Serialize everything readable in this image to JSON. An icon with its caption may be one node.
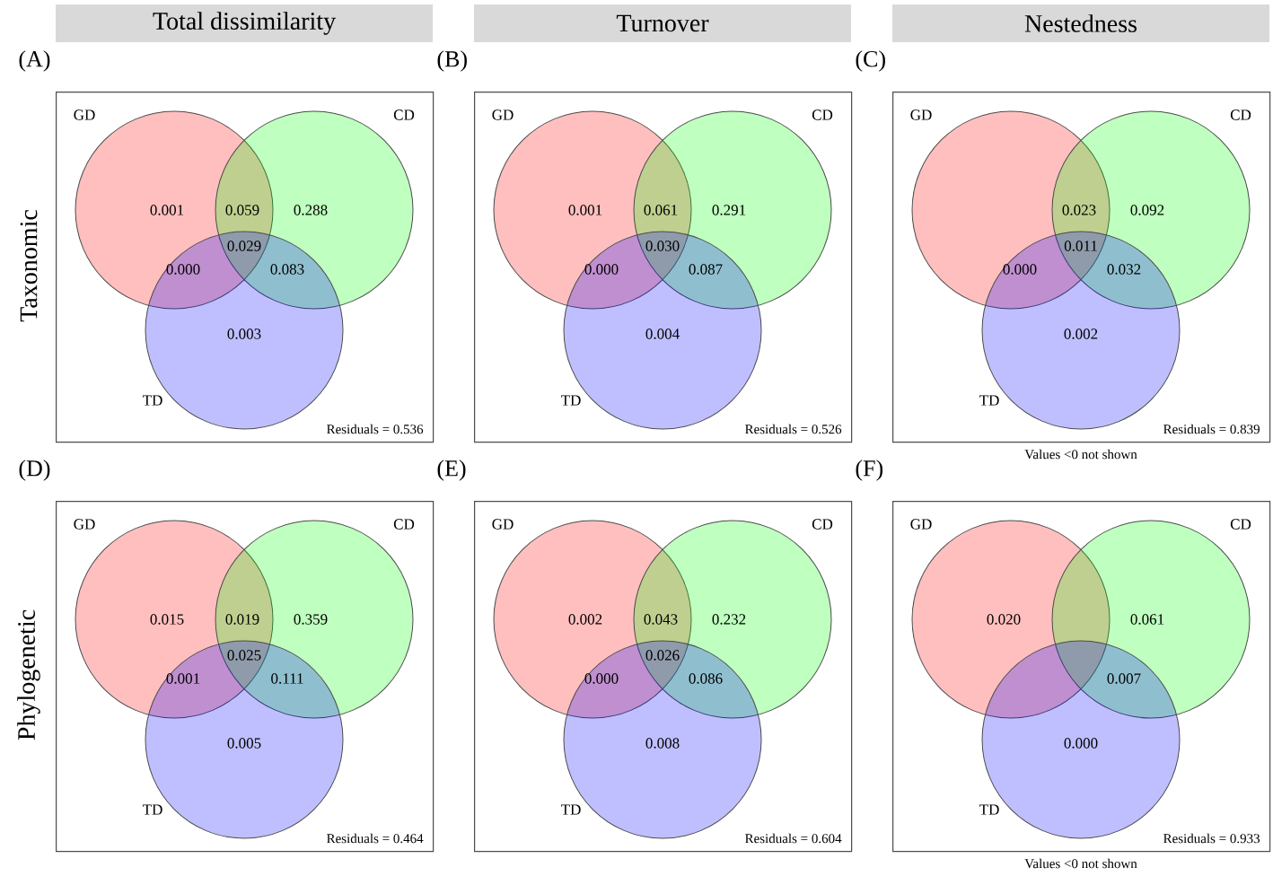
{
  "diagram": {
    "nodes": [
      {
        "text": [
          "Total dissimilarity"
        ]
      },
      {
        "text": [
          "Turnover"
        ]
      },
      {
        "text": [
          "Nestedness"
        ]
      },
      {
        "text": [
          "(A)",
          "Residuals = 0.536"
        ]
      },
      {
        "text": [
          "GD",
          "0.001"
        ],
        "in": 3
      },
      {
        "text": [
          "CD",
          "0.288"
        ],
        "in": 3
      },
      {
        "text": [
          "TD",
          "0.003"
        ],
        "in": 3
      },
      {
        "text": [
          "0.059"
        ]
      },
      {
        "text": [
          "0.029"
        ]
      },
      {
        "text": [
          "0.000"
        ]
      },
      {
        "text": [
          "0.083"
        ]
      },
      {
        "text": [
          "(B)",
          "Residuals = 0.526"
        ]
      },
      {
        "text": [
          "GD",
          "0.001"
        ],
        "in": 11
      },
      {
        "text": [
          "CD",
          "0.291"
        ],
        "in": 11
      },
      {
        "text": [
          "TD",
          "0.004"
        ],
        "in": 11
      },
      {
        "text": [
          "0.061"
        ]
      },
      {
        "text": [
          "0.030"
        ]
      },
      {
        "text": [
          "0.000"
        ]
      },
      {
        "text": [
          "0.087"
        ]
      },
      {
        "text": [
          "(C)",
          "Residuals = 0.839"
        ],
        "beside": [
          "Values <0 not shown"
        ]
      },
      {
        "text": [
          "GD"
        ],
        "in": 19
      },
      {
        "text": [
          "CD",
          "0.092"
        ],
        "in": 19
      },
      {
        "text": [
          "TD",
          "0.002"
        ],
        "in": 19
      },
      {
        "text": [
          "0.023"
        ]
      },
      {
        "text": [
          "0.011"
        ]
      },
      {
        "text": [
          "0.000"
        ]
      },
      {
        "text": [
          "0.032"
        ]
      },
      {
        "text": [
          "(D)",
          "Residuals = 0.464"
        ]
      },
      {
        "text": [
          "GD",
          "0.015"
        ],
        "in": 27
      },
      {
        "text": [
          "CD",
          "0.359"
        ],
        "in": 27
      },
      {
        "text": [
          "TD",
          "0.005"
        ],
        "in": 27
      },
      {
        "text": [
          "0.019"
        ]
      },
      {
        "text": [
          "0.025"
        ]
      },
      {
        "text": [
          "0.001"
        ]
      },
      {
        "text": [
          "0.111"
        ]
      },
      {
        "text": [
          "(E)",
          "Residuals = 0.604"
        ]
      },
      {
        "text": [
          "GD",
          "0.002"
        ],
        "in": 35
      },
      {
        "text": [
          "CD",
          "0.232"
        ],
        "in": 35
      },
      {
        "text": [
          "TD",
          "0.008"
        ],
        "in": 35
      },
      {
        "text": [
          "0.043"
        ]
      },
      {
        "text": [
          "0.026"
        ]
      },
      {
        "text": [
          "0.000"
        ]
      },
      {
        "text": [
          "0.086"
        ]
      },
      {
        "text": [
          "(F)",
          "Residuals = 0.933"
        ],
        "beside": [
          "Values <0 not shown"
        ]
      },
      {
        "text": [
          "GD",
          "0.020"
        ],
        "in": 43
      },
      {
        "text": [
          "CD",
          "0.061"
        ],
        "in": 43
      },
      {
        "text": [
          "TD",
          "0.000"
        ],
        "in": 43
      },
      {
        "text": [
          "0.007"
        ]
      }
    ],
    "labels": [
      "Taxonomic",
      "Phylogenetic"
    ]
  }
}
